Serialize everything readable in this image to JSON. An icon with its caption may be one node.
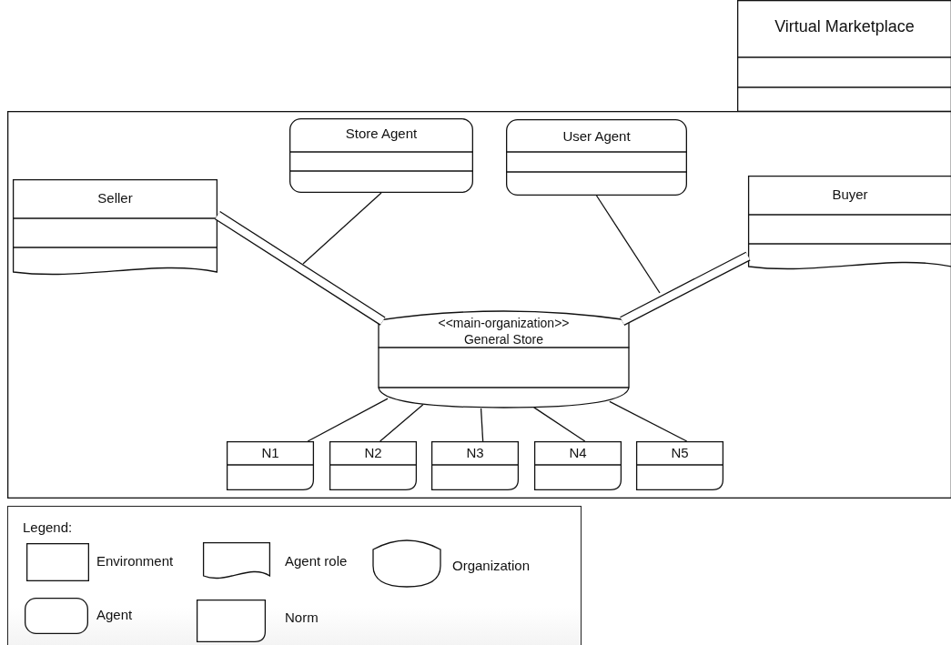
{
  "diagram": {
    "nodes": [
      {
        "text": [
          "Virtual Marketplace"
        ]
      },
      {
        "text": [],
        "shape": "box"
      },
      {
        "text": [
          "Store Agent"
        ],
        "in": 1
      },
      {
        "text": [
          "User Agent"
        ],
        "in": 1
      },
      {
        "text": [
          "Seller"
        ],
        "in": 1
      },
      {
        "text": [
          "Buyer"
        ],
        "in": 1
      },
      {
        "text": [
          "<<main-organization>>",
          "General Store"
        ],
        "in": 1
      },
      {
        "text": [
          "N1"
        ],
        "in": 1
      },
      {
        "text": [
          "N2"
        ],
        "in": 1
      },
      {
        "text": [
          "N3"
        ],
        "in": 1
      },
      {
        "text": [
          "N4"
        ],
        "in": 1
      },
      {
        "text": [
          "N5"
        ],
        "in": 1
      }
    ],
    "edges": [
      {
        "from": 4,
        "to": 6,
        "arrow": "none",
        "style": "thick"
      },
      {
        "from": 2,
        "to": null,
        "arrow": "none"
      },
      {
        "from": 5,
        "to": 6,
        "arrow": "none",
        "style": "thick"
      },
      {
        "from": 3,
        "to": null,
        "arrow": "none"
      },
      {
        "from": 6,
        "to": 7,
        "arrow": "none"
      },
      {
        "from": 6,
        "to": 8,
        "arrow": "none"
      },
      {
        "from": 6,
        "to": 9,
        "arrow": "none"
      },
      {
        "from": 6,
        "to": 10,
        "arrow": "none"
      },
      {
        "from": 6,
        "to": 11,
        "arrow": "none"
      }
    ],
    "labels": [
      "Legend:"
    ],
    "legend": [
      {
        "text": "Environment"
      },
      {
        "text": "Agent role"
      },
      {
        "text": "Organization"
      },
      {
        "text": "Agent"
      },
      {
        "text": "Norm"
      }
    ]
  }
}
